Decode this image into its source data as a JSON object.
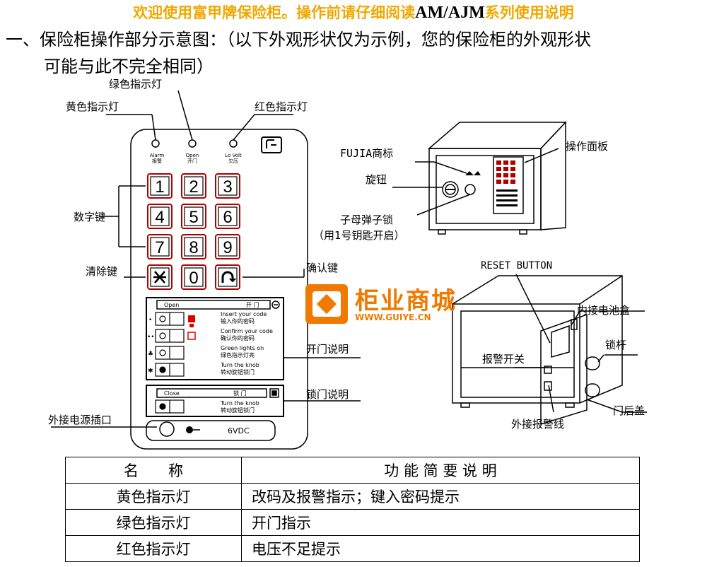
{
  "header": {
    "title_part1": "欢迎使用富甲牌保险柜。操作前请仔细阅读",
    "title_model": "AM/AJM",
    "title_part2": "系列使用说明",
    "section_line1": "一、保险柜操作部分示意图：（以下外观形状仅为示例，您的保险柜的外观形状",
    "section_line2": "可能与此不完全相同）"
  },
  "panel_labels": {
    "green_led": "绿色指示灯",
    "yellow_led": "黄色指示灯",
    "red_led": "红色指示灯",
    "digit_keys": "数字键",
    "clear_key": "清除键",
    "confirm_key": "确认键",
    "open_instructions": "开门说明",
    "lock_instructions": "锁门说明",
    "power_socket": "外接电源插口"
  },
  "panel": {
    "led_alarm_en": "Alarm",
    "led_alarm_cn": "报警",
    "led_open_en": "Open",
    "led_open_cn": "开门",
    "led_lovolt_en": "Lo Volt",
    "led_lovolt_cn": "欠压",
    "keys": [
      "1",
      "2",
      "3",
      "4",
      "5",
      "6",
      "7",
      "8",
      "9",
      "0"
    ],
    "open_box_en": "Open",
    "open_box_cn": "开  门",
    "steps": [
      {
        "mark": "•",
        "en": "Insert your code",
        "cn": "输入你的密码"
      },
      {
        "mark": "••",
        "en": "Confirm your code",
        "cn": "确认你的密码"
      },
      {
        "mark": "♣",
        "en": "Green lights on",
        "cn": "绿色指示灯亮"
      },
      {
        "mark": "✱",
        "en": "Turn the knob",
        "cn": "转动旋钮锁门"
      }
    ],
    "close_box_en": "Close",
    "close_box_cn": "锁  门",
    "close_step_en": "Turn the knob",
    "close_step_cn": "转动旋钮锁门",
    "power_label": "6VDC"
  },
  "safe_labels": {
    "fujia_logo": "FUJIA商标",
    "knob": "旋钮",
    "control_panel": "操作面板",
    "key_lock_line1": "子母弹子锁",
    "key_lock_line2": "（用1号钥匙开启）",
    "reset_button": "RESET BUTTON",
    "battery_box": "内接电池盒",
    "lock_bolt": "锁杆",
    "alarm_switch": "报警开关",
    "door_cover": "门后盖",
    "alarm_wire": "外接报警线"
  },
  "watermark": {
    "name": "柜业商城",
    "url": "WWW.GUIYE.CN"
  },
  "table": {
    "header_name": "名　　称",
    "header_desc": "功 能 简 要 说 明",
    "rows": [
      {
        "name": "黄色指示灯",
        "desc": "改码及报警指示；键入密码提示"
      },
      {
        "name": "绿色指示灯",
        "desc": "开门指示"
      },
      {
        "name": "红色指示灯",
        "desc": "电压不足提示"
      }
    ]
  },
  "colors": {
    "title_yellow": "#f0a800",
    "key_border_red": "#b00000",
    "watermark_orange": "#f07a00",
    "indicator_red": "#e00000"
  }
}
